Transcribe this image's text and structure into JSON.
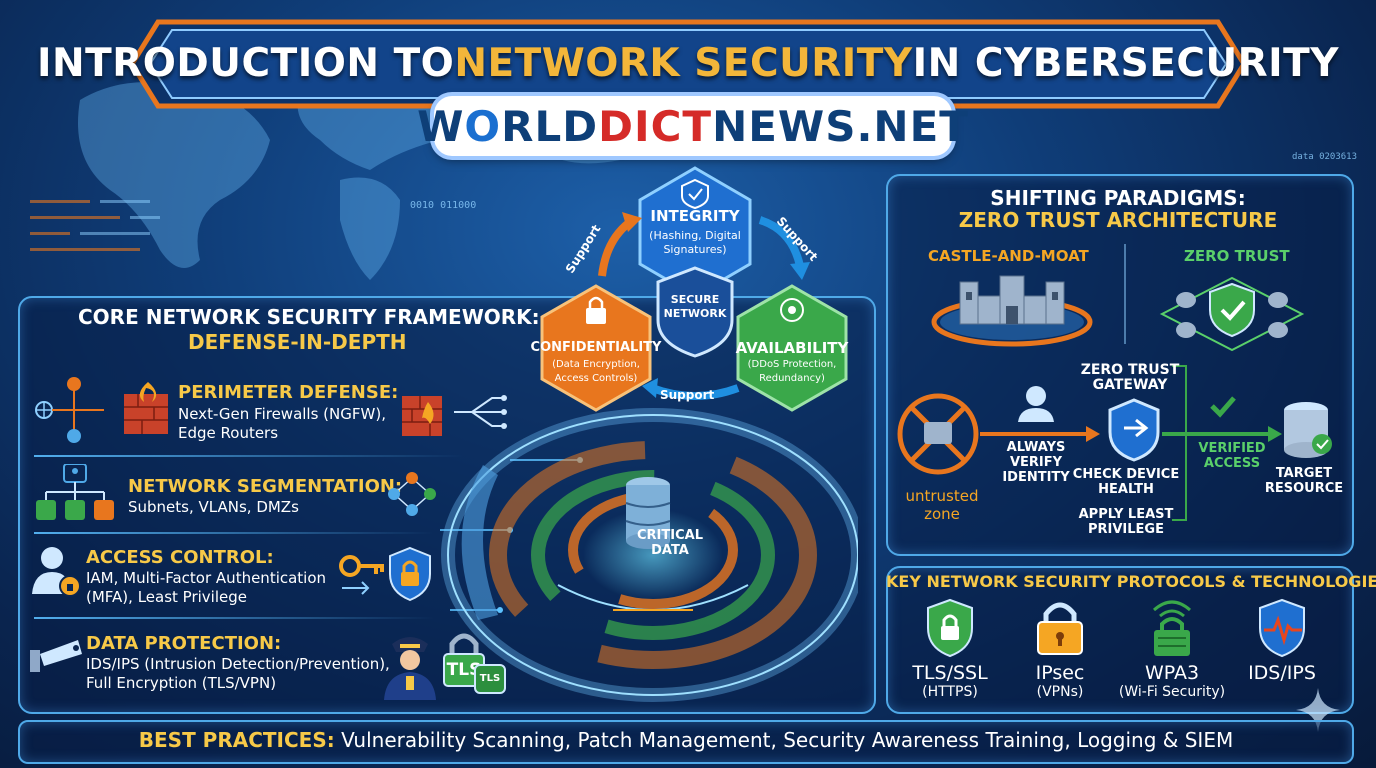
{
  "title": {
    "part1": "INTRODUCTION TO ",
    "highlight": "NETWORK SECURITY",
    "part2": " IN CYBERSECURITY"
  },
  "logo": {
    "w": "W",
    "o": "O",
    "rld": "RLD",
    "dict": "DICT",
    "news": "NEWS.NET"
  },
  "bg_codes": {
    "code1": "0010 011000",
    "code2": "data 0203613"
  },
  "triad": {
    "integrity": {
      "title": "INTEGRITY",
      "line1": "(Hashing, Digital",
      "line2": "Signatures)"
    },
    "confidentiality": {
      "title": "CONFIDENTIALITY",
      "line1": "(Data Encryption,",
      "line2": "Access Controls)"
    },
    "availability": {
      "title": "AVAILABILITY",
      "line1": "(DDoS Protection,",
      "line2": "Redundancy)"
    },
    "center": {
      "line1": "SECURE",
      "line2": "NETWORK"
    },
    "support_label": "Support"
  },
  "framework": {
    "heading1": "CORE NETWORK SECURITY FRAMEWORK:",
    "heading2": "DEFENSE-IN-DEPTH",
    "items": [
      {
        "title": "PERIMETER DEFENSE:",
        "line1": "Next-Gen Firewalls (NGFW),",
        "line2": "Edge Routers"
      },
      {
        "title": "NETWORK SEGMENTATION:",
        "line1": "Subnets, VLANs, DMZs",
        "line2": ""
      },
      {
        "title": "ACCESS CONTROL:",
        "line1": "IAM, Multi-Factor Authentication",
        "line2": "(MFA), Least Privilege"
      },
      {
        "title": "DATA PROTECTION:",
        "line1": "IDS/IPS (Intrusion Detection/Prevention),",
        "line2": "Full Encryption (TLS/VPN)"
      }
    ],
    "core": {
      "line1": "CRITICAL",
      "line2": "DATA"
    },
    "tls_badge": "TLS",
    "tls_badge_small": "TLS"
  },
  "zero_trust": {
    "heading1": "SHIFTING PARADIGMS:",
    "heading2": "ZERO TRUST ARCHITECTURE",
    "castle_label": "CASTLE-AND-MOAT",
    "zt_label": "ZERO TRUST",
    "gateway": {
      "line1": "ZERO TRUST",
      "line2": "GATEWAY"
    },
    "untrusted": {
      "line1": "untrusted",
      "line2": "zone"
    },
    "verify": {
      "line1": "ALWAYS",
      "line2": "VERIFY",
      "line3": "IDENTITY"
    },
    "device": {
      "line1": "CHECK DEVICE",
      "line2": "HEALTH"
    },
    "privilege": {
      "line1": "APPLY LEAST",
      "line2": "PRIVILEGE"
    },
    "verified": {
      "line1": "VERIFIED",
      "line2": "ACCESS"
    },
    "target": {
      "line1": "TARGET",
      "line2": "RESOURCE"
    }
  },
  "protocols": {
    "heading": "KEY NETWORK SECURITY PROTOCOLS & TECHNOLOGIES",
    "items": [
      {
        "name": "TLS/SSL",
        "sub": "(HTTPS)"
      },
      {
        "name": "IPsec",
        "sub": "(VPNs)"
      },
      {
        "name": "WPA3",
        "sub": "(Wi-Fi Security)"
      },
      {
        "name": "IDS/IPS",
        "sub": ""
      }
    ]
  },
  "best_practices": {
    "label": "BEST PRACTICES:",
    "text": " Vulnerability Scanning, Patch Management, Security Awareness Training, Logging & SIEM"
  },
  "colors": {
    "accent_yellow": "#f7c948",
    "accent_orange": "#e8761e",
    "integrity_blue": "#1f6fd0",
    "availability_green": "#3aa84a",
    "panel_border": "#4fa9e8"
  }
}
